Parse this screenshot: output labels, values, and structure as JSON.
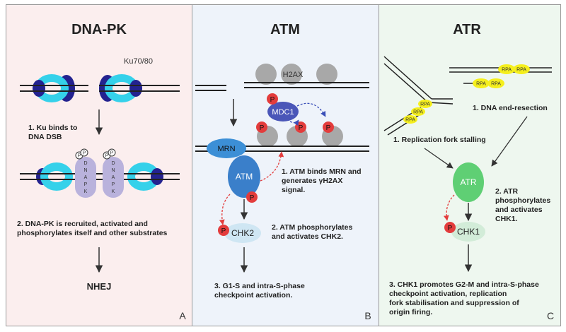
{
  "panel_a": {
    "title": "DNA-PK",
    "ku_label": "Ku70/80",
    "step1_line1": "1. Ku binds to",
    "step1_line2": "DNA DSB",
    "dnapk_letters": [
      "D",
      "N",
      "A",
      "P",
      "K"
    ],
    "phospho": "P",
    "step2_line1": "2. DNA-PK is recruited, activated and",
    "step2_line2": "phosphorylates itself and other substrates",
    "outcome": "NHEJ",
    "corner": "A"
  },
  "panel_b": {
    "title": "ATM",
    "h2ax": "H2AX",
    "mdc1": "MDC1",
    "mrn": "MRN",
    "atm": "ATM",
    "chk2": "CHK2",
    "phospho": "P",
    "step1_line1": "1. ATM binds MRN and",
    "step1_line2": "generates γH2AX",
    "step1_line3": "signal.",
    "step2_line1": "2. ATM phosphorylates",
    "step2_line2": "and activates CHK2.",
    "step3_line1": "3. G1-S and intra-S-phase",
    "step3_line2": "checkpoint activation.",
    "corner": "B"
  },
  "panel_c": {
    "title": "ATR",
    "rpa": "RPA",
    "resection": "1. DNA end-resection",
    "stalling": "1. Replication fork stalling",
    "atr": "ATR",
    "chk1": "CHK1",
    "phospho": "P",
    "step2_line1": "2. ATR",
    "step2_line2": "phosphorylates",
    "step2_line3": "and activates",
    "step2_line4": "CHK1.",
    "step3_line1": "3. CHK1 promotes G2-M and intra-S-phase",
    "step3_line2": "checkpoint activation, replication",
    "step3_line3": "fork stabilisation and suppression of",
    "step3_line4": "origin firing.",
    "corner": "C"
  },
  "colors": {
    "ku_ring": "#35d1ea",
    "ku_dark": "#23228f",
    "dnapk": "#b9b2dc",
    "phospho": "#e33c3c",
    "nucleosome": "#a8a8a8",
    "mrn": "#3c8fd6",
    "atm": "#3a7fca",
    "mdc1": "#4a56b8",
    "chk": "#cfe6f3",
    "atr": "#5fcf74",
    "chk1": "#d2ecd8",
    "rpa": "#f5ef1d"
  }
}
